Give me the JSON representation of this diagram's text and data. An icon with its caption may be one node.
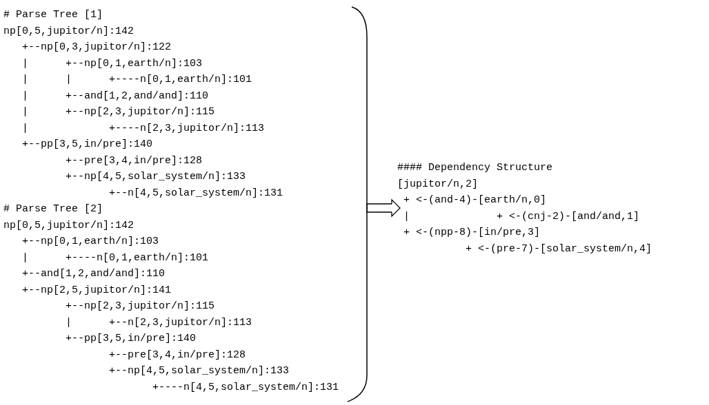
{
  "diagram": {
    "nodes": [
      {
        "text": [
          "# Parse Tree [1]",
          "np[0,5,jupitor/n]:142",
          "+--np[0,3,jupitor/n]:122",
          "|      +--np[0,1,earth/n]:103",
          "|      |      +----n[0,1,earth/n]:101",
          "|      +--and[1,2,and/and]:110",
          "|      +--np[2,3,jupitor/n]:115",
          "|             +----n[2,3,jupitor/n]:113",
          "+--pp[3,5,in/pre]:140",
          "+--pre[3,4,in/pre]:128",
          "+--np[4,5,solar_system/n]:133",
          "+--n[4,5,solar_system/n]:131",
          "# Parse Tree [2]",
          "np[0,5,jupitor/n]:142",
          "+--np[0,1,earth/n]:103",
          "|      +----n[0,1,earth/n]:101",
          "+--and[1,2,and/and]:110",
          "+--np[2,5,jupitor/n]:141",
          "+--np[2,3,jupitor/n]:115",
          "|      +--n[2,3,jupitor/n]:113",
          "+--pp[3,5,in/pre]:140",
          "+--pre[3,4,in/pre]:128",
          "+--np[4,5,solar_system/n]:133",
          "+----n[4,5,solar_system/n]:131"
        ]
      },
      {
        "text": [
          "#### Dependency Structure",
          "[jupitor/n,2]",
          "+ <-(and-4)-[earth/n,0]",
          "|              + <-(cnj-2)-[and/and,1]",
          "+ <-(npp-8)-[in/pre,3]",
          "+ <-(pre-7)-[solar_system/n,4]"
        ]
      }
    ],
    "edges": [
      {
        "from": 0,
        "to": 1,
        "arrow": "to"
      }
    ]
  }
}
